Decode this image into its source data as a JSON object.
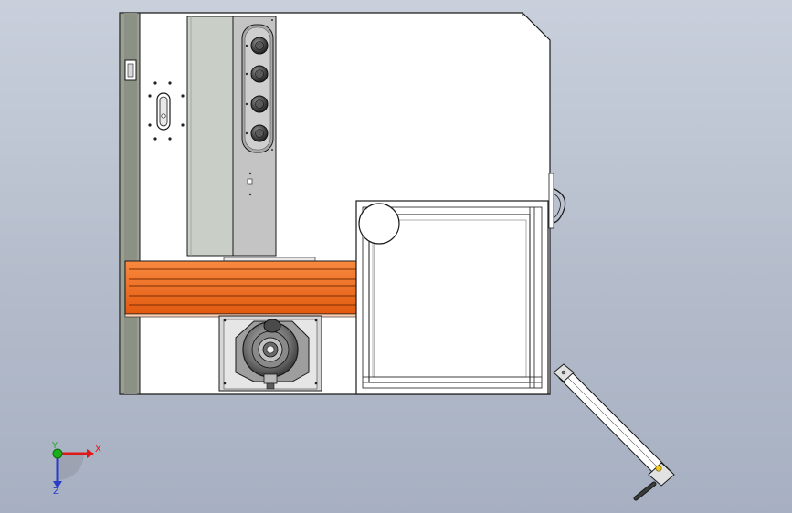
{
  "triad": {
    "x_label": "X",
    "y_label": "Y",
    "z_label": "Z",
    "x_color": "#e01818",
    "y_color": "#18b018",
    "z_color": "#2a3cc8"
  },
  "colors": {
    "background_top": "#c9d0dc",
    "background_bottom": "#a7b0c2",
    "body_fill": "#ffffff",
    "edge_stroke": "#1a1a1a",
    "rail_orange": "#f26a1b",
    "panel_gray": "#c9cec6",
    "knob_panel": "#c4c4c4",
    "side_plate": "#9a9f92"
  },
  "model": {
    "view": "top",
    "knob_count": 4
  }
}
